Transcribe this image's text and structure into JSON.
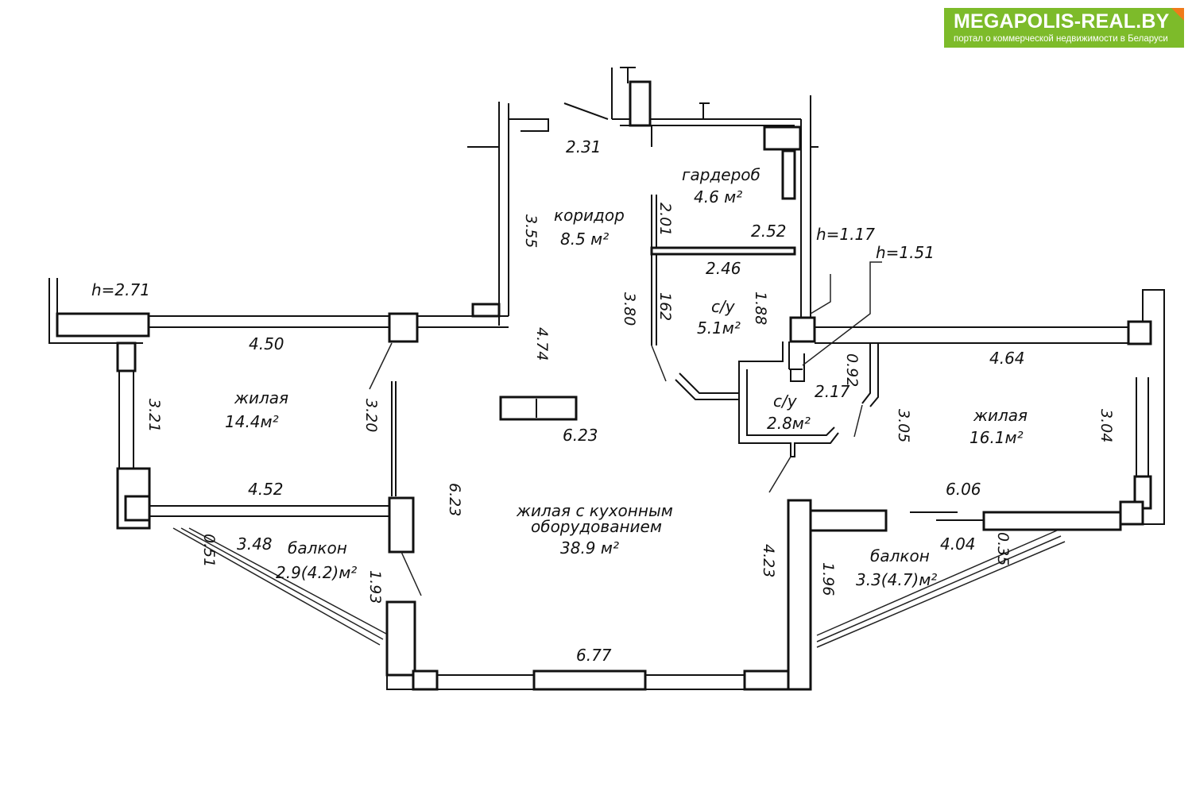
{
  "logo": {
    "title": "MEGAPOLIS-REAL.BY",
    "subtitle": "портал о коммерческой недвижимости в Беларуси",
    "brand_color": "#7dbb2a",
    "accent_color": "#f07b1a"
  },
  "rooms": {
    "corridor": {
      "name": "коридор",
      "area": "8.5 м²"
    },
    "wardrobe": {
      "name": "гардероб",
      "area": "4.6 м²"
    },
    "bath1": {
      "name": "с/у",
      "area": "5.1м²"
    },
    "bath2": {
      "name": "с/у",
      "area": "2.8м²"
    },
    "living_left": {
      "name": "жилая",
      "area": "14.4м²"
    },
    "living_right": {
      "name": "жилая",
      "area": "16.1м²"
    },
    "kitchen_living": {
      "name1": "жилая с кухонным",
      "name2": "оборудованием",
      "area": "38.9 м²"
    },
    "balcony_left": {
      "name": "балкон",
      "area": "2.9(4.2)м²"
    },
    "balcony_right": {
      "name": "балкон",
      "area": "3.3(4.7)м²"
    }
  },
  "heights": {
    "h1": "h=2.71",
    "h2": "h=1.17",
    "h3": "h=1.51"
  },
  "dims": {
    "d231": "2.31",
    "d355": "3.55",
    "d201": "2.01",
    "d252": "2.52",
    "d246": "2.46",
    "d380": "3.80",
    "d162": "162",
    "d188": "1.88",
    "d474": "4.74",
    "d450": "4.50",
    "d320": "3.20",
    "d321": "3.21",
    "d452": "4.52",
    "d623a": "6.23",
    "d623b": "6.23",
    "d348": "3.48",
    "d051": "0.51",
    "d193": "1.93",
    "d677": "6.77",
    "d423": "4.23",
    "d196": "1.96",
    "d217": "2.17",
    "d092": "0.92",
    "d305": "3.05",
    "d464": "4.64",
    "d304": "3.04",
    "d606": "6.06",
    "d404": "4.04",
    "d035": "0.35"
  }
}
